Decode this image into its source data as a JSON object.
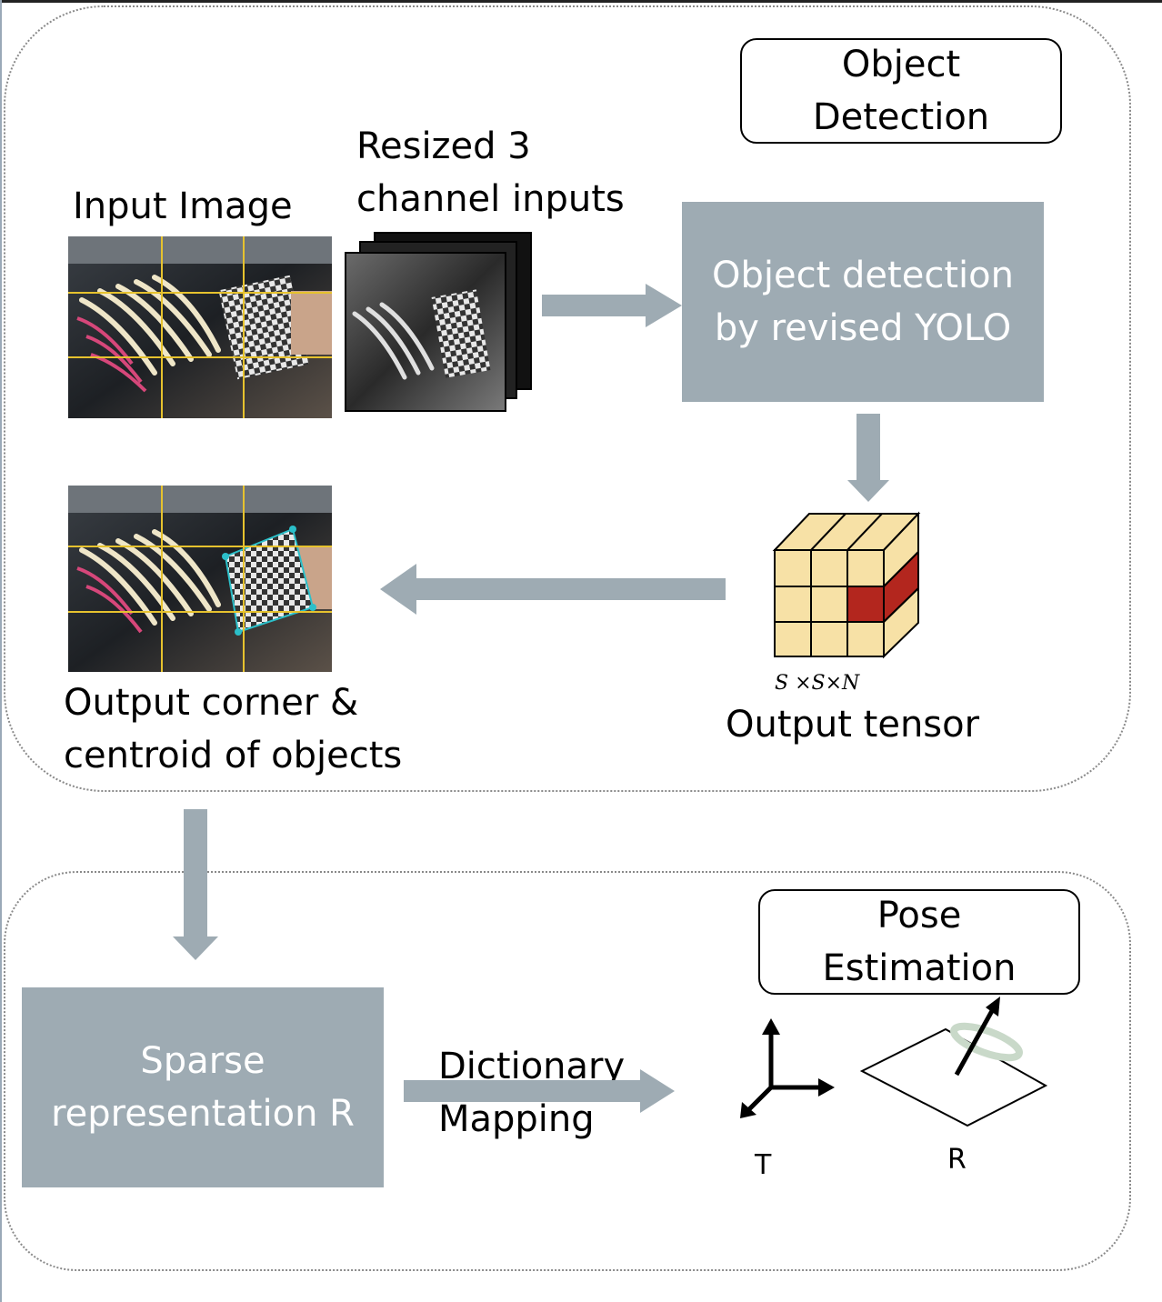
{
  "object_detection_panel": {
    "title_line1": "Object",
    "title_line2": "Detection",
    "input_label": "Input Image",
    "resized_line1": "Resized 3",
    "resized_line2": "channel inputs",
    "yolo_line1": "Object detection",
    "yolo_line2": "by revised YOLO",
    "tensor_dims": "S ×S×N",
    "tensor_label": "Output tensor",
    "output_line1": "Output corner &",
    "output_line2": "centroid of objects"
  },
  "pose_estimation_panel": {
    "title_line1": "Pose",
    "title_line2": "Estimation",
    "sparse_line1": "Sparse",
    "sparse_line2": "representation R",
    "mapping_line1": "Dictionary",
    "mapping_line2": "Mapping",
    "translation_label": "T",
    "rotation_label": "R"
  },
  "colors": {
    "arrow": "#9eabb3",
    "block": "#9eabb3",
    "tensor_cell": "#f7e1a6",
    "tensor_highlight": "#b3261e",
    "grid_line": "#e6c22e",
    "corner_marker": "#2bbfc9"
  }
}
